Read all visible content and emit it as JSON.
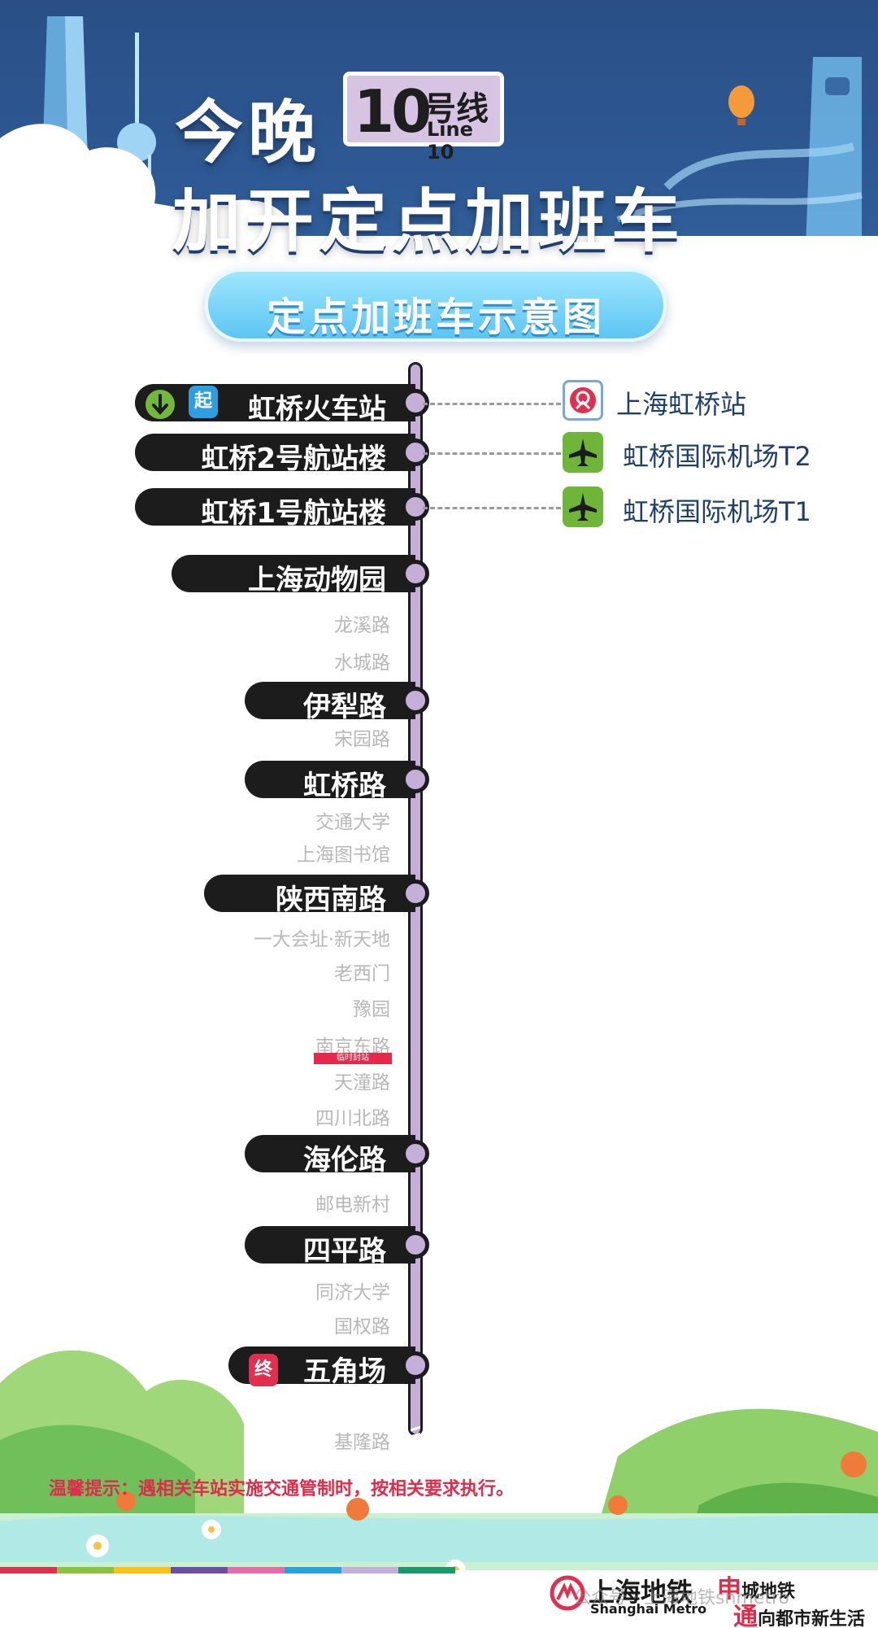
{
  "header": {
    "title_line1": "今晚",
    "title_line2": "加开定点加班车",
    "line_badge": {
      "number": "10",
      "cn": "号线",
      "en": "Line 10"
    },
    "subtitle": "定点加班车示意图"
  },
  "route": {
    "start_tag": "起",
    "end_tag": "终",
    "closed_note": "临时封站",
    "stations": [
      {
        "name": "虹桥火车站",
        "major": true
      },
      {
        "name": "虹桥2号航站楼",
        "major": true
      },
      {
        "name": "虹桥1号航站楼",
        "major": true
      },
      {
        "name": "上海动物园",
        "major": true
      },
      {
        "name": "龙溪路",
        "major": false
      },
      {
        "name": "水城路",
        "major": false
      },
      {
        "name": "伊犁路",
        "major": true
      },
      {
        "name": "宋园路",
        "major": false
      },
      {
        "name": "虹桥路",
        "major": true
      },
      {
        "name": "交通大学",
        "major": false
      },
      {
        "name": "上海图书馆",
        "major": false
      },
      {
        "name": "陕西南路",
        "major": true
      },
      {
        "name": "一大会址·新天地",
        "major": false
      },
      {
        "name": "老西门",
        "major": false
      },
      {
        "name": "豫园",
        "major": false
      },
      {
        "name": "南京东路",
        "major": false,
        "closed": true
      },
      {
        "name": "天潼路",
        "major": false
      },
      {
        "name": "四川北路",
        "major": false
      },
      {
        "name": "海伦路",
        "major": true
      },
      {
        "name": "邮电新村",
        "major": false
      },
      {
        "name": "四平路",
        "major": true
      },
      {
        "name": "同济大学",
        "major": false
      },
      {
        "name": "国权路",
        "major": false
      },
      {
        "name": "五角场",
        "major": true
      },
      {
        "name": "基隆路",
        "major": false
      }
    ],
    "connections": [
      {
        "label": "上海虹桥站",
        "icon": "railway-station-icon"
      },
      {
        "label": "虹桥国际机场T2",
        "icon": "airplane-icon"
      },
      {
        "label": "虹桥国际机场T1",
        "icon": "airplane-icon"
      }
    ]
  },
  "footer": {
    "notice_prefix": "温馨提示：",
    "notice": "遇相关车站实施交通管制时，按相关要求执行。",
    "logo_cn": "上海地铁",
    "logo_en": "Shanghai Metro",
    "slogan_line1_red": "申",
    "slogan_line1": "城地铁",
    "slogan_line2_red": "通",
    "slogan_line2": "向都市新生活",
    "watermark": "公众号 · 上海地铁shmetro"
  },
  "colors": {
    "line_purple": "#c3afd7",
    "header_blue": "#2e5a95",
    "accent_red": "#e02b4a",
    "airport_green": "#6fb53a"
  }
}
